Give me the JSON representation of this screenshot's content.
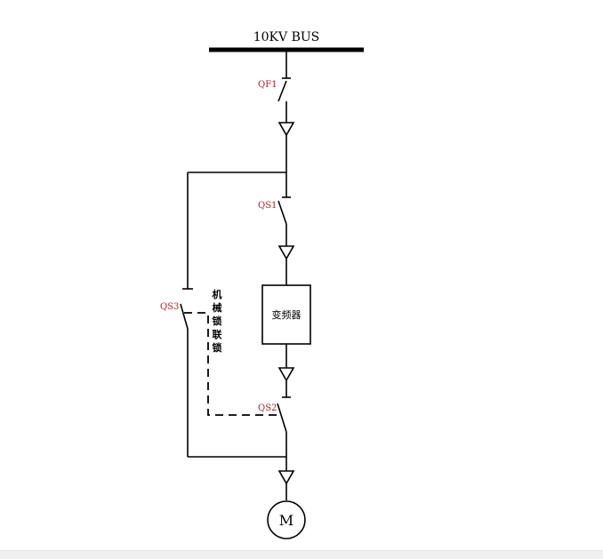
{
  "bus": {
    "label": "10KV BUS"
  },
  "switches": {
    "qf1": "QF1",
    "qs1": "QS1",
    "qs2": "QS2",
    "qs3": "QS3"
  },
  "inverter": {
    "label": "变频器"
  },
  "motor": {
    "label": "M"
  },
  "interlock": {
    "chars": [
      "机",
      "械",
      "锁",
      "联",
      "锁"
    ]
  },
  "colors": {
    "switch_tag": "#b02020",
    "line": "#000000"
  }
}
